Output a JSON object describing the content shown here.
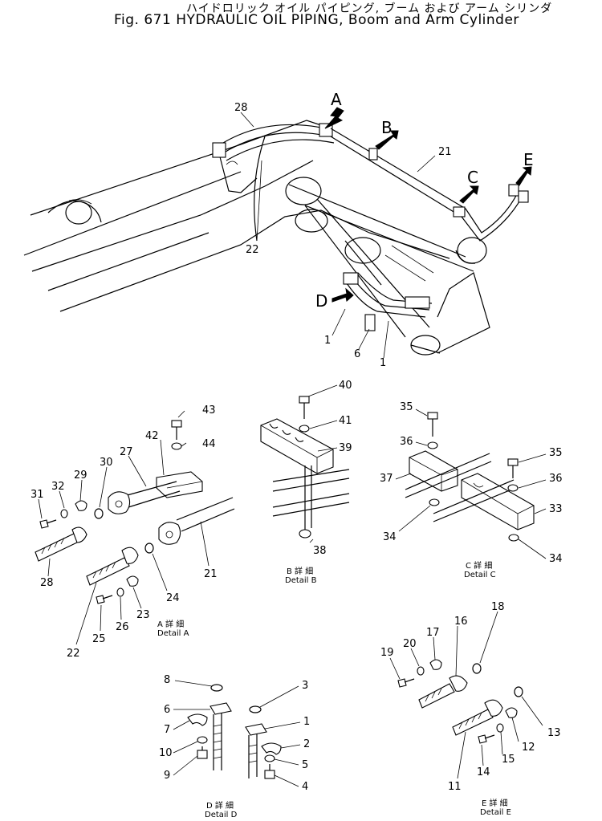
{
  "title": {
    "japanese": "ハイドロリック オイル パイピング, ブーム および アーム シリンダ",
    "english": "Fig. 671  HYDRAULIC OIL PIPING, Boom and Arm Cylinder"
  },
  "view_letters": [
    "A",
    "B",
    "C",
    "D",
    "E"
  ],
  "main_callouts": [
    "28",
    "21",
    "22",
    "1",
    "6",
    "1"
  ],
  "details": {
    "A": {
      "caption_jp": "A 詳 細",
      "caption_en": "Detail A",
      "callouts": [
        "43",
        "44",
        "42",
        "27",
        "30",
        "29",
        "32",
        "31",
        "28",
        "22",
        "25",
        "26",
        "23",
        "24",
        "21"
      ]
    },
    "B": {
      "caption_jp": "B 詳 細",
      "caption_en": "Detail B",
      "callouts": [
        "40",
        "41",
        "39",
        "38"
      ]
    },
    "C": {
      "caption_jp": "C 詳 細",
      "caption_en": "Detail C",
      "callouts": [
        "35",
        "36",
        "37",
        "35",
        "36",
        "33",
        "34",
        "34"
      ]
    },
    "D": {
      "caption_jp": "D 詳 細",
      "caption_en": "Detail D",
      "callouts": [
        "8",
        "3",
        "6",
        "1",
        "7",
        "2",
        "10",
        "5",
        "9",
        "4"
      ]
    },
    "E": {
      "caption_jp": "E 詳 細",
      "caption_en": "Detail E",
      "callouts": [
        "18",
        "17",
        "16",
        "20",
        "19",
        "13",
        "12",
        "15",
        "14",
        "11"
      ]
    }
  }
}
